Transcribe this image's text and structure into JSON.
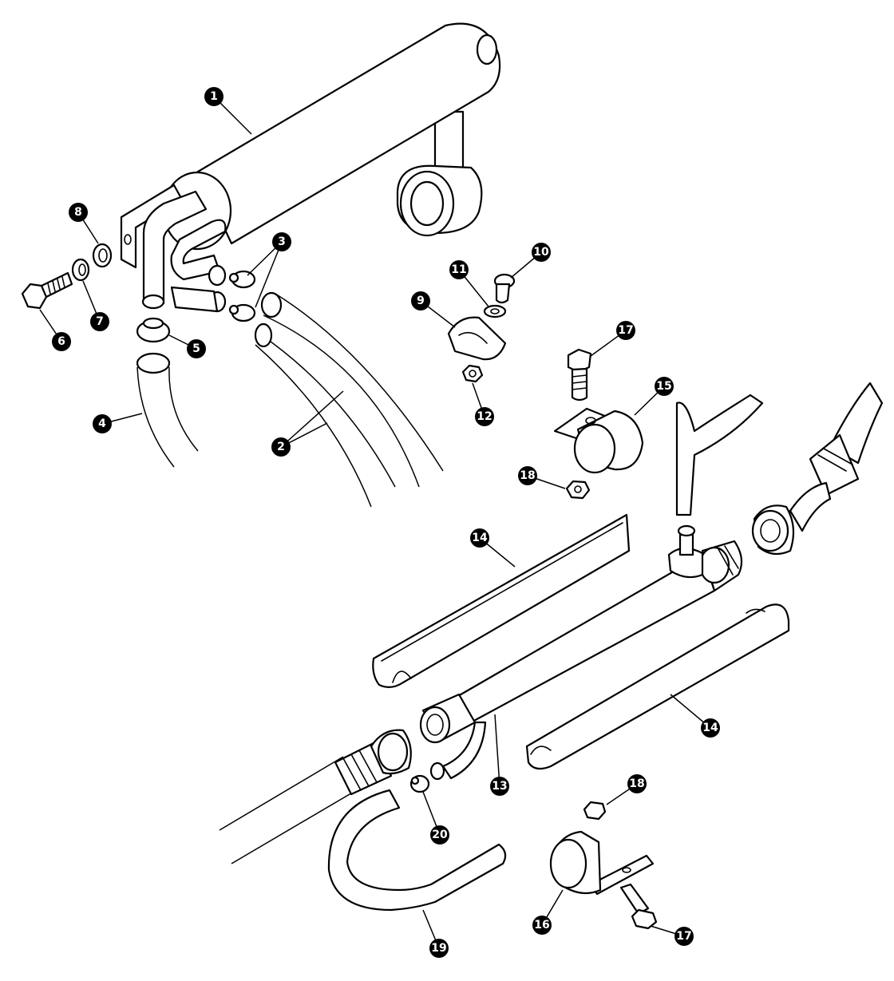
{
  "diagram": {
    "callouts": [
      {
        "id": "c1",
        "label": "1"
      },
      {
        "id": "c2",
        "label": "2"
      },
      {
        "id": "c3",
        "label": "3"
      },
      {
        "id": "c4",
        "label": "4"
      },
      {
        "id": "c5",
        "label": "5"
      },
      {
        "id": "c6",
        "label": "6"
      },
      {
        "id": "c7",
        "label": "7"
      },
      {
        "id": "c8",
        "label": "8"
      },
      {
        "id": "c9",
        "label": "9"
      },
      {
        "id": "c10",
        "label": "10"
      },
      {
        "id": "c11",
        "label": "11"
      },
      {
        "id": "c12",
        "label": "12"
      },
      {
        "id": "c13",
        "label": "13"
      },
      {
        "id": "c14a",
        "label": "14"
      },
      {
        "id": "c14b",
        "label": "14"
      },
      {
        "id": "c15",
        "label": "15"
      },
      {
        "id": "c16",
        "label": "16"
      },
      {
        "id": "c17a",
        "label": "17"
      },
      {
        "id": "c17b",
        "label": "17"
      },
      {
        "id": "c18a",
        "label": "18"
      },
      {
        "id": "c18b",
        "label": "18"
      },
      {
        "id": "c19",
        "label": "19"
      },
      {
        "id": "c20",
        "label": "20"
      }
    ]
  }
}
